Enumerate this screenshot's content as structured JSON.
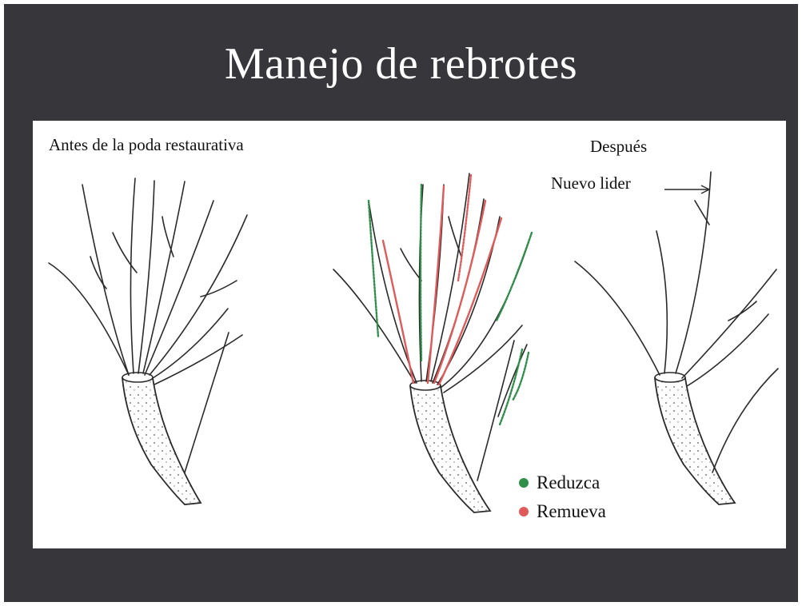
{
  "slide": {
    "title": "Manejo de rebrotes"
  },
  "diagram": {
    "before_label": "Antes de la poda restaurativa",
    "after_label": "Después",
    "new_leader_label": "Nuevo lider",
    "legend": [
      {
        "label": "Reduzca",
        "color": "#2f8f4a"
      },
      {
        "label": "Remueva",
        "color": "#e05a5a"
      }
    ]
  },
  "colors": {
    "background": "#36363b",
    "panel": "#ffffff",
    "ink": "#2a2a2a",
    "reduce": "#2f8f4a",
    "remove": "#e05a5a"
  }
}
